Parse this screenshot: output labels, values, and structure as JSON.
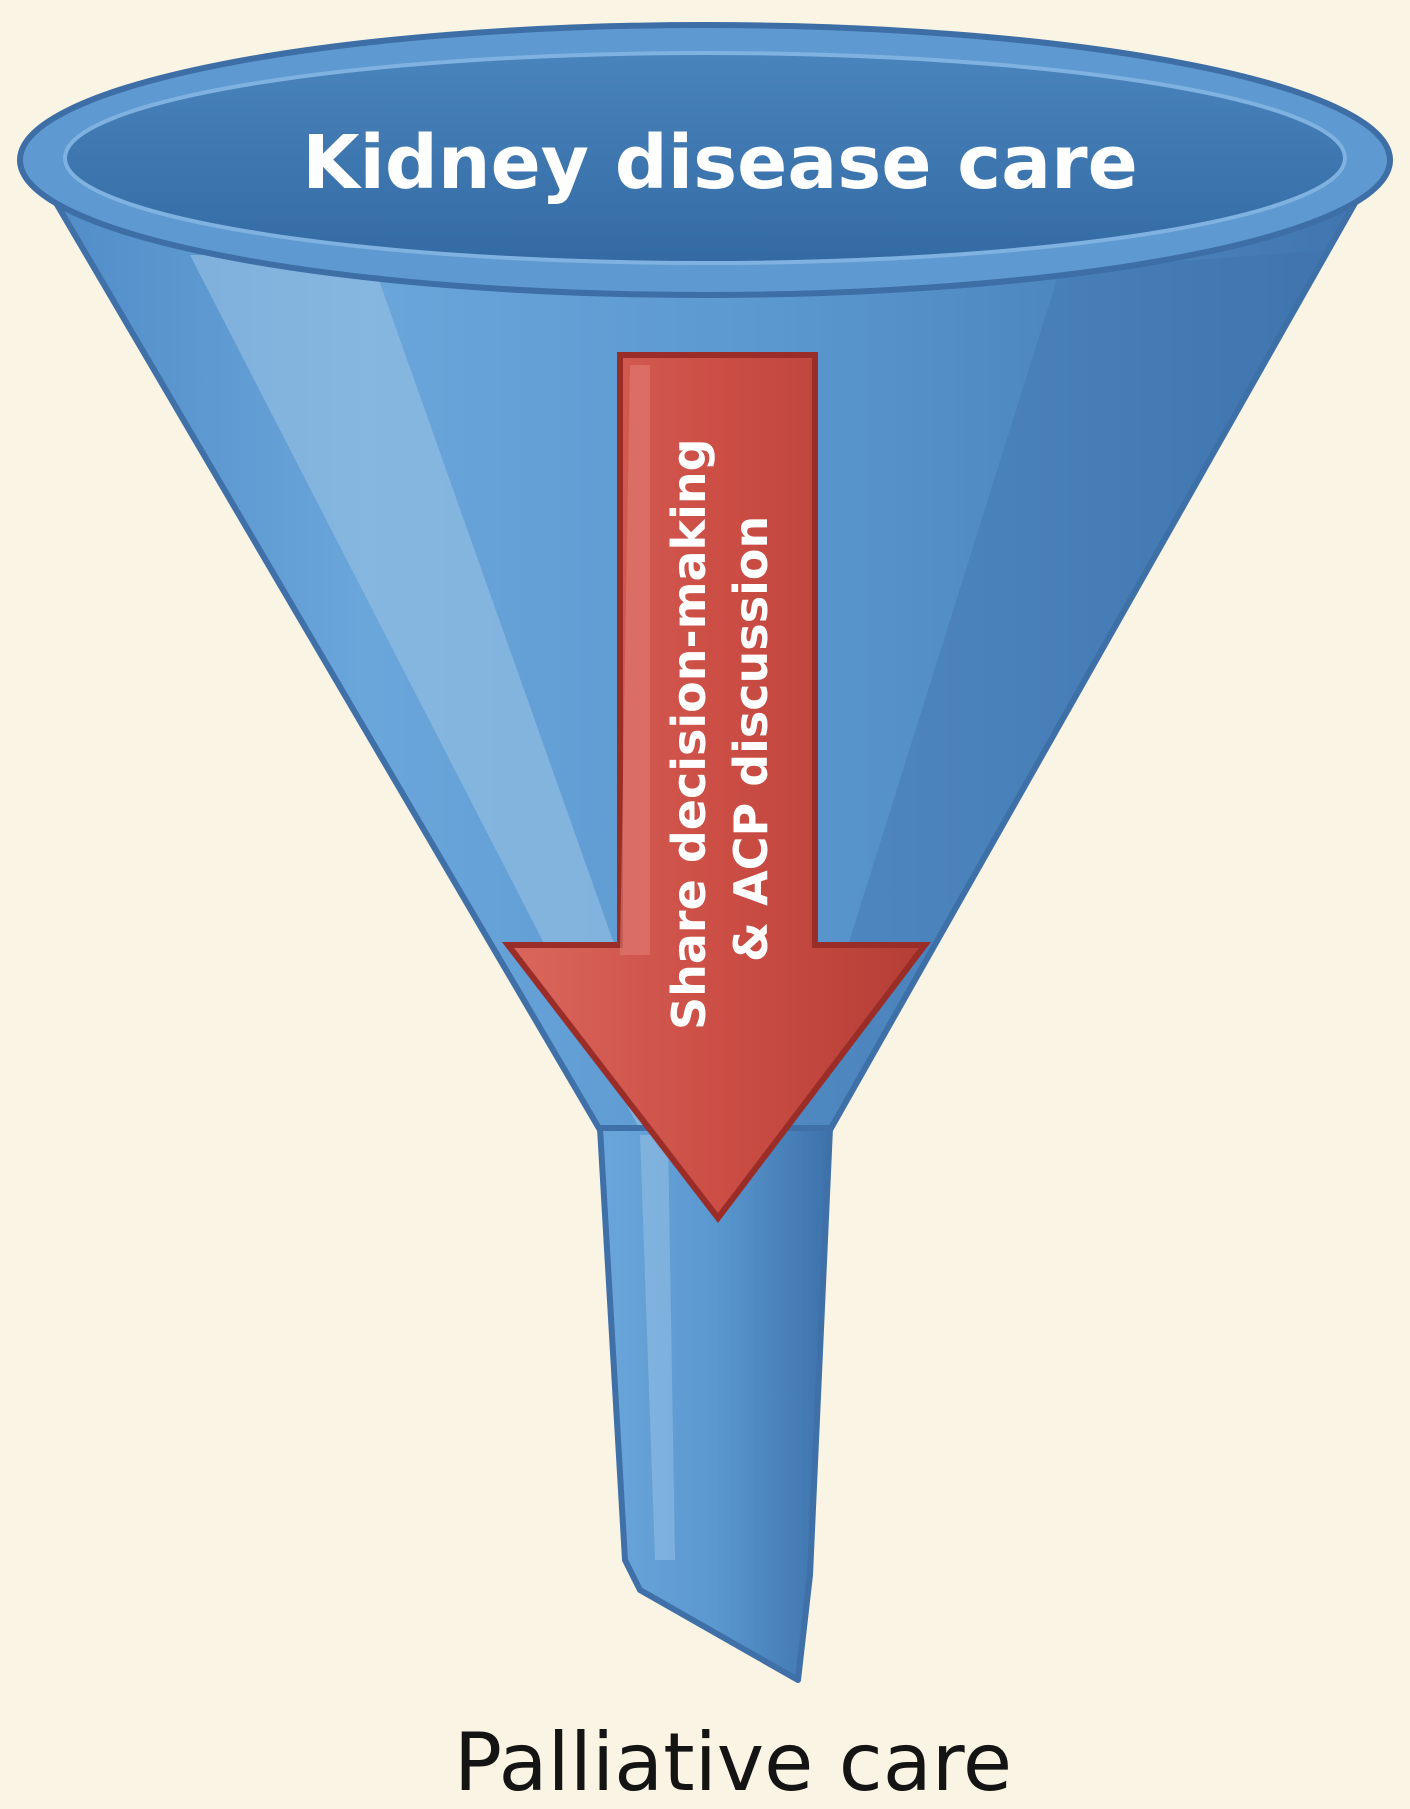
{
  "diagram": {
    "funnel_label": "Kidney disease care",
    "arrow_label_line1": "Share decision-making",
    "arrow_label_line2": "& ACP discussion",
    "outcome_label": "Palliative care"
  },
  "colors": {
    "background": "#faf4e4",
    "funnel_blue": "#5b98d0",
    "funnel_outline": "#3f70a8",
    "rim_inner": "#3b72ab",
    "arrow_red": "#cc4e45",
    "arrow_outline": "#9a2d28"
  }
}
